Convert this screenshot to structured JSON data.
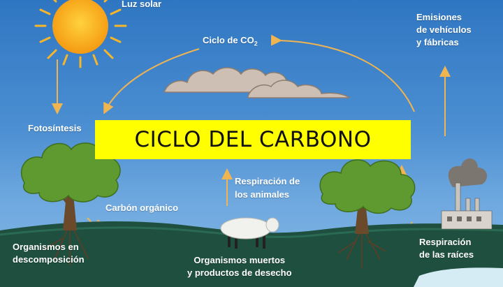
{
  "title": "CICLO DEL CARBONO",
  "labels": {
    "sunlight": "Luz solar",
    "co2_cycle": "Ciclo de CO",
    "co2_subscript": "2",
    "emissions_line1": "Emisiones",
    "emissions_line2": "de vehículos",
    "emissions_line3": "y fábricas",
    "photosynthesis": "Fotosíntesis",
    "animal_respiration_line1": "Respiración de",
    "animal_respiration_line2": "los animales",
    "organic_carbon": "Carbón orgánico",
    "decomposing_line1": "Organismos en",
    "decomposing_line2": "descomposición",
    "dead_organisms_line1": "Organismos muertos",
    "dead_organisms_line2": "y productos de desecho",
    "root_respiration_line1": "Respiración",
    "root_respiration_line2": "de las raíces"
  },
  "colors": {
    "sky": "#4c8fd2",
    "title_bg": "#ffff00",
    "ground": "#1e4f3f",
    "arrow": "#f0b451",
    "sun": "#f7a21b"
  }
}
